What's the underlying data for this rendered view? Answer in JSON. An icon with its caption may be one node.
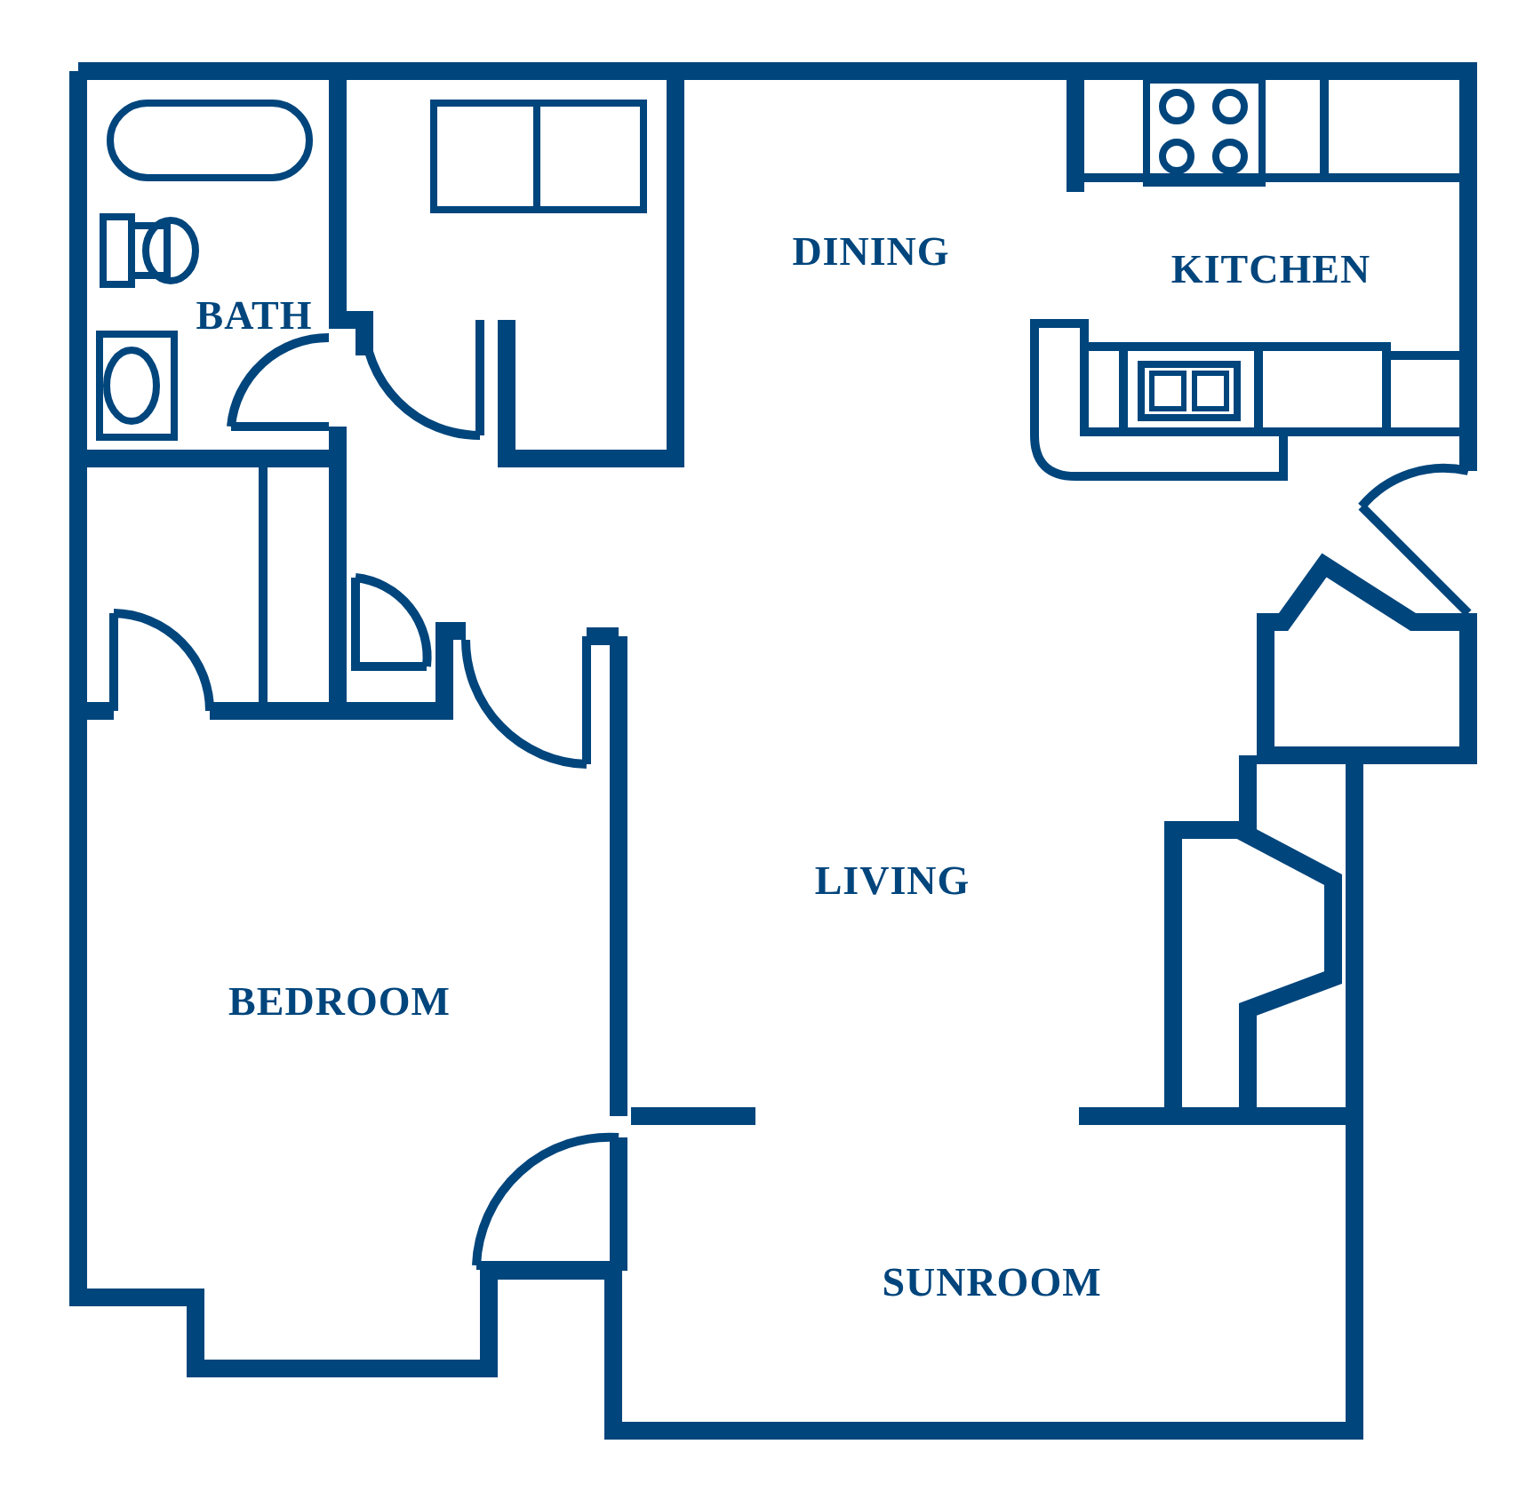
{
  "diagram": {
    "labels": [
      "DINING",
      "KITCHEN",
      "BATH",
      "LIVING",
      "BEDROOM",
      "SUNROOM"
    ]
  }
}
